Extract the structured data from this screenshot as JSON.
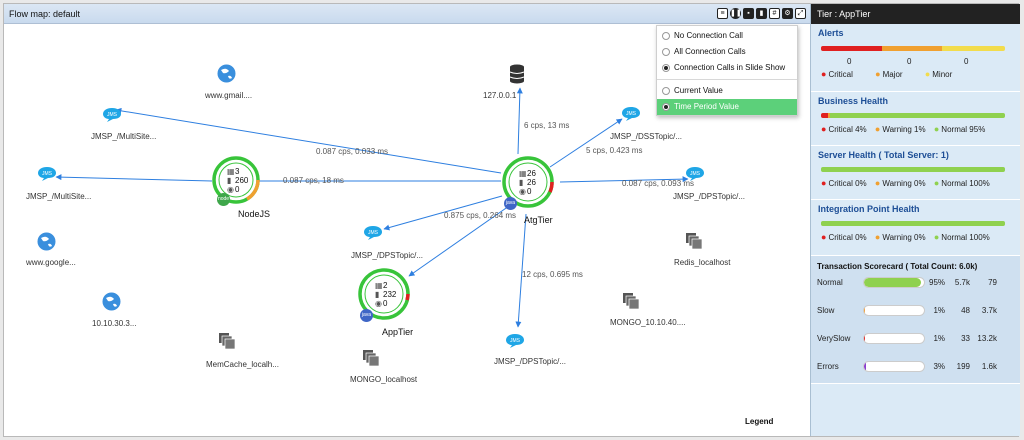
{
  "flow": {
    "title": "Flow map: default",
    "legend": "Legend"
  },
  "nodes": {
    "gmail": "www.gmail....",
    "db127": "127.0.0.1",
    "jms_multisite1": "JMSP_/MultiSite...",
    "jms_multisite2": "JMSP_/MultiSite...",
    "google": "www.google...",
    "ip10": "10.10.30.3...",
    "memcache": "MemCache_localh...",
    "mongo_local": "MONGO_localhost",
    "jms_dps_mid": "JMSP_/DPSTopic/...",
    "jms_dss": "JMSP_/DSSTopic/...",
    "jms_dps_right": "JMSP_/DPSTopic/...",
    "redis": "Redis_localhost",
    "mongo_ip": "MONGO_10.10.40....",
    "jms_dps_bottom": "JMSP_/DPSTopic/..."
  },
  "tiers": {
    "nodejs": {
      "name": "NodeJS",
      "stat1": "3",
      "stat2": "260",
      "stat3": "0",
      "badge": "node"
    },
    "atg": {
      "name": "AtgTier",
      "stat1": "26",
      "stat2": "26",
      "stat3": "0",
      "badge": "java"
    },
    "app": {
      "name": "AppTier",
      "stat1": "2",
      "stat2": "232",
      "stat3": "0",
      "badge": "java"
    }
  },
  "edges": {
    "atg_to_nodejs": "0.087 cps, 18 ms",
    "atg_to_multisite": "0.087 cps, 0.033 ms",
    "atg_to_db": "6 cps, 13 ms",
    "atg_to_dss": "5 cps, 0.423 ms",
    "atg_to_dps_right": "0.087 cps, 0.093 ms",
    "atg_to_dps_mid": "0.875 cps, 0.264 ms",
    "atg_to_dps_bottom": "12 cps, 0.695 ms"
  },
  "menu": {
    "items": [
      {
        "label": "No Connection Call",
        "selected": false
      },
      {
        "label": "All Connection Calls",
        "selected": false
      },
      {
        "label": "Connection Calls in Slide Show",
        "selected": true
      }
    ],
    "items2": [
      {
        "label": "Current Value",
        "selected": false
      },
      {
        "label": "Time Period Value",
        "selected": true
      }
    ]
  },
  "panel": {
    "title": "Tier : AppTier",
    "alerts": {
      "title": "Alerts",
      "critical_count": "0",
      "major_count": "0",
      "minor_count": "0",
      "critical_label": "Critical",
      "major_label": "Major",
      "minor_label": "Minor"
    },
    "business": {
      "title": "Business Health",
      "critical": "Critical 4%",
      "warning": "Warning 1%",
      "normal": "Normal 95%"
    },
    "server": {
      "title": "Server Health ( Total Server: 1)",
      "critical": "Critical 0%",
      "warning": "Warning 0%",
      "normal": "Normal 100%"
    },
    "integration": {
      "title": "Integration Point Health",
      "critical": "Critical 0%",
      "warning": "Warning 0%",
      "normal": "Normal 100%"
    },
    "scorecard": {
      "title": "Transaction Scorecard  ( Total Count: 6.0k)",
      "rows": [
        {
          "name": "Normal",
          "pct": "95%",
          "c1": "5.7k",
          "c2": "79",
          "fill": 0.95,
          "color": "#8fd14f"
        },
        {
          "name": "Slow",
          "pct": "1%",
          "c1": "48",
          "c2": "3.7k",
          "fill": 0.02,
          "color": "#f2a23b"
        },
        {
          "name": "VerySlow",
          "pct": "1%",
          "c1": "33",
          "c2": "13.2k",
          "fill": 0.02,
          "color": "#e03030"
        },
        {
          "name": "Errors",
          "pct": "3%",
          "c1": "199",
          "c2": "1.6k",
          "fill": 0.04,
          "color": "#8a3fd0"
        }
      ]
    }
  },
  "colors": {
    "edge": "#2e7fe0",
    "ring_green": "#38c43a",
    "critical": "#e02020",
    "major": "#f0a030",
    "minor": "#f2dc4c",
    "normal": "#8fd14f",
    "jms": "#1fa6e6",
    "globe": "#3a8fdd"
  }
}
